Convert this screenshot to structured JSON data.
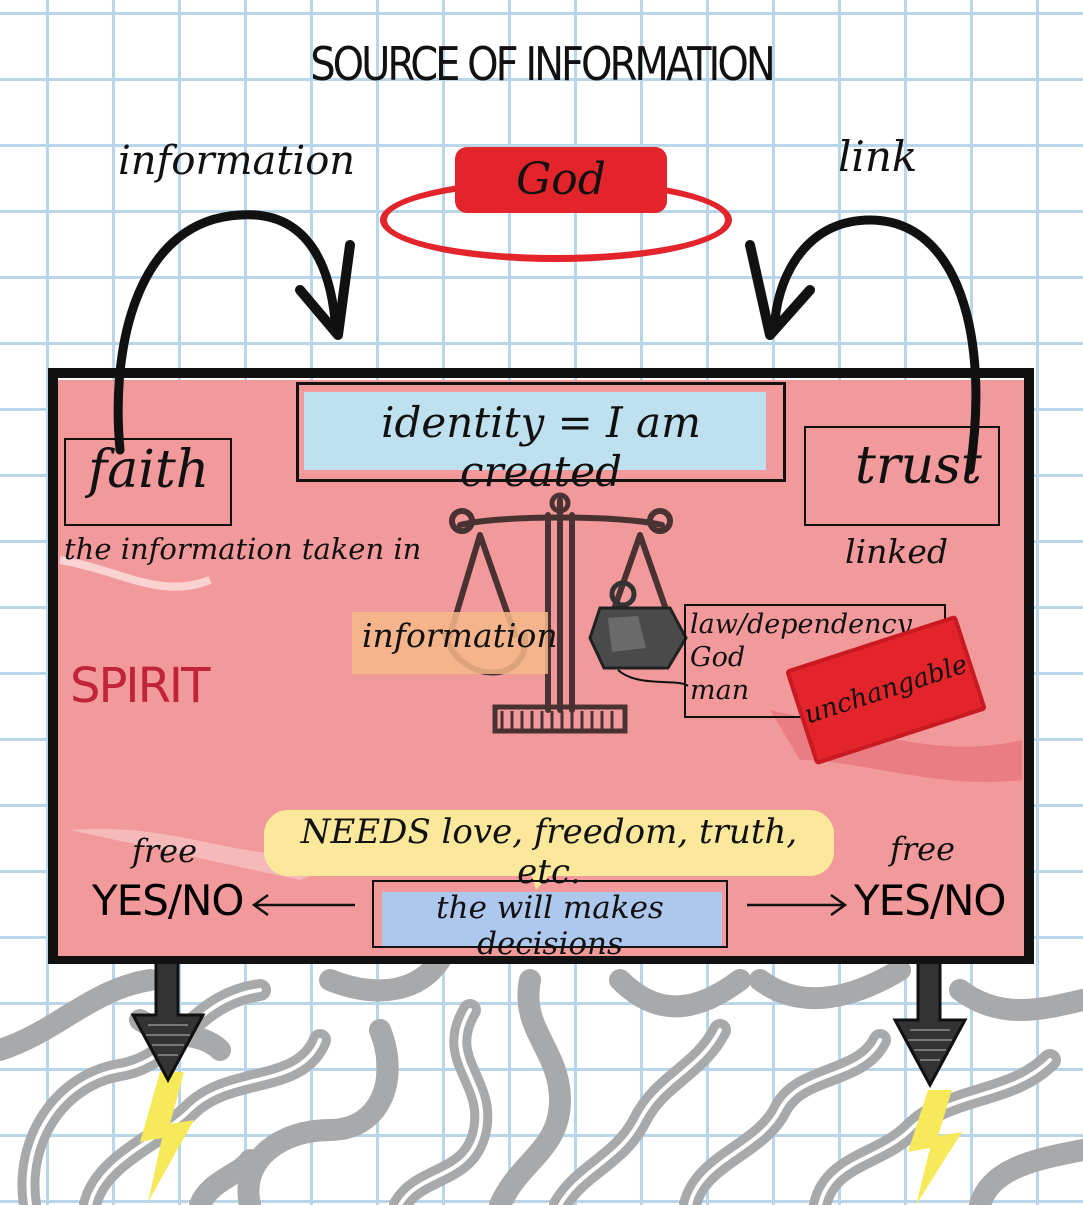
{
  "colors": {
    "grid": "#b9d6ea",
    "panel_fill": "#f2999b",
    "red": "#e3242b",
    "identity_fill": "#bfe1ef",
    "needs_fill": "#fbe89a",
    "will_fill": "#aec7ec",
    "info_fill": "#f7b98a",
    "brain": "#a7a9ab",
    "bolt": "#f7ea5a",
    "spirit_text": "#c0243a"
  },
  "title": "SOURCE OF INFORMATION",
  "top": {
    "information_label": "information",
    "link_label": "link",
    "god_label": "God"
  },
  "panel": {
    "identity": "identity = I am created",
    "faith": {
      "label": "faith",
      "caption": "the information taken in"
    },
    "trust": {
      "label": "trust",
      "caption": "linked"
    },
    "spirit": "SPIRIT",
    "scale_info": "information",
    "law_lines": [
      "law/dependency",
      "God",
      "man"
    ],
    "stamp": "unchangable",
    "needs": "NEEDS love, freedom, truth, etc.",
    "will": "the will makes decisions",
    "left_choice": {
      "free": "free",
      "yesno": "YES/NO"
    },
    "right_choice": {
      "free": "free",
      "yesno": "YES/NO"
    }
  },
  "icons": [
    "balance-scale-icon",
    "weight-icon",
    "lightning-bolt-icon",
    "brain-illustration",
    "curved-arrow-icon",
    "down-arrow-icon"
  ]
}
